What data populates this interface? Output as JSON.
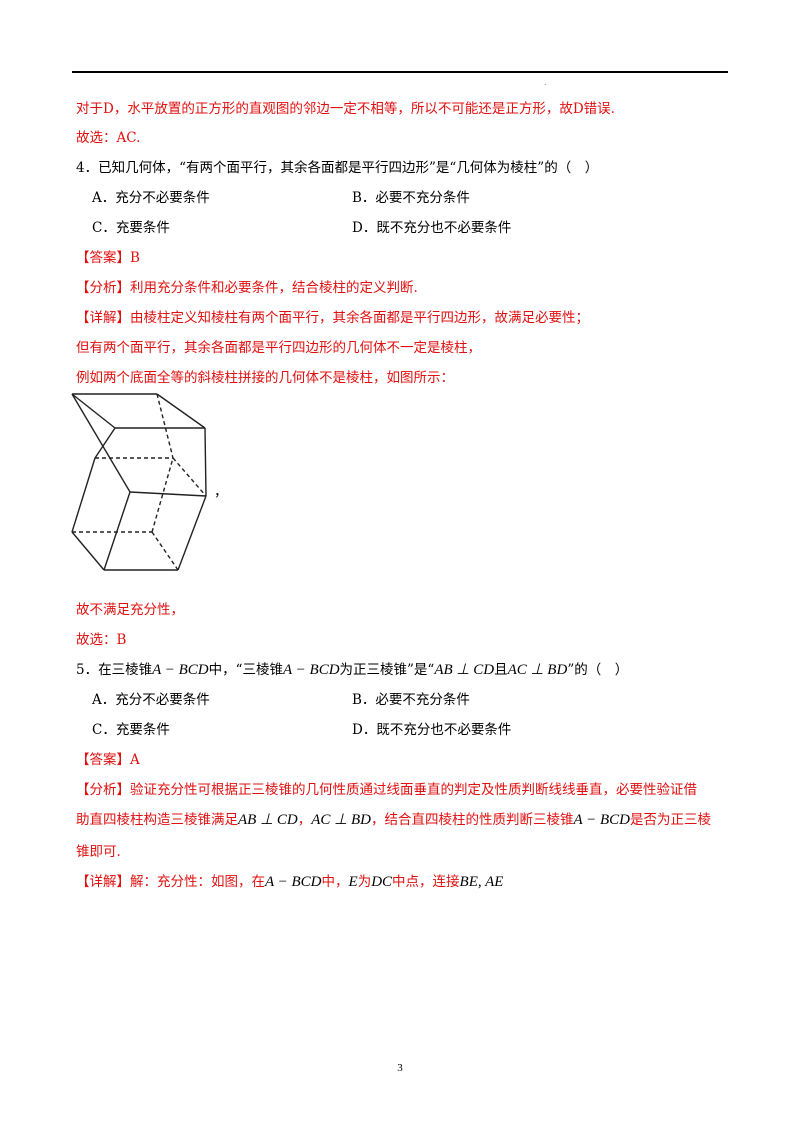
{
  "lines": {
    "l1": "对于D，水平放置的正方形的直观图的邻边一定不相等，所以不可能还是正方形，故D错误.",
    "l2": "故选：AC.",
    "q4": "4．已知几何体，“有两个面平行，其余各面都是平行四边形”是“几何体为棱柱”的（　）",
    "q4_answer": "【答案】B",
    "q4_analysis": "【分析】利用充分条件和必要条件，结合棱柱的定义判断.",
    "q4_detail1": "【详解】由棱柱定义知棱柱有两个面平行，其余各面都是平行四边形，故满足必要性；",
    "q4_detail2": "但有两个面平行，其余各面都是平行四边形的几何体不一定是棱柱，",
    "q4_detail3": "例如两个底面全等的斜棱柱拼接的几何体不是棱柱，如图所示：",
    "q4_comma": "，",
    "q4_detail4": "故不满足充分性，",
    "q4_select": "故选：B",
    "q5_answer": "【答案】A"
  },
  "q4_options": {
    "A": "A．充分不必要条件",
    "B": "B．必要不充分条件",
    "C": "C．充要条件",
    "D": "D．既不充分也不必要条件"
  },
  "q5": {
    "p1": "5．在三棱锥",
    "m1": "A − BCD",
    "p2": "中，“三棱锥",
    "m2": "A − BCD",
    "p3": "为正三棱锥”是“",
    "m3": "AB ⊥ CD",
    "p4": "且",
    "m4": "AC ⊥ BD",
    "p5": "”的（　）"
  },
  "q5_options": {
    "A": "A．充分不必要条件",
    "B": "B．必要不充分条件",
    "C": "C．充要条件",
    "D": "D．既不充分也不必要条件"
  },
  "q5_analysis": {
    "line1": "【分析】验证充分性可根据正三棱锥的几何性质通过线面垂直的判定及性质判断线线垂直，必要性验证借",
    "line2_a": "助直四棱柱构造三棱锥满足",
    "line2_m1": "AB ⊥ CD",
    "line2_b": "，",
    "line2_m2": "AC ⊥ BD",
    "line2_c": "，结合直四棱柱的性质判断三棱锥",
    "line2_m3": "A − BCD",
    "line2_d": "是否为正三棱",
    "line3": "锥即可."
  },
  "q5_detail": {
    "a": "【详解】解：充分性：如图，在",
    "m1": "A − BCD",
    "b": "中，",
    "m2": "E",
    "c": "为",
    "m3": "DC",
    "d": "中点，连接",
    "m4": "BE, AE"
  },
  "page_number": "3"
}
